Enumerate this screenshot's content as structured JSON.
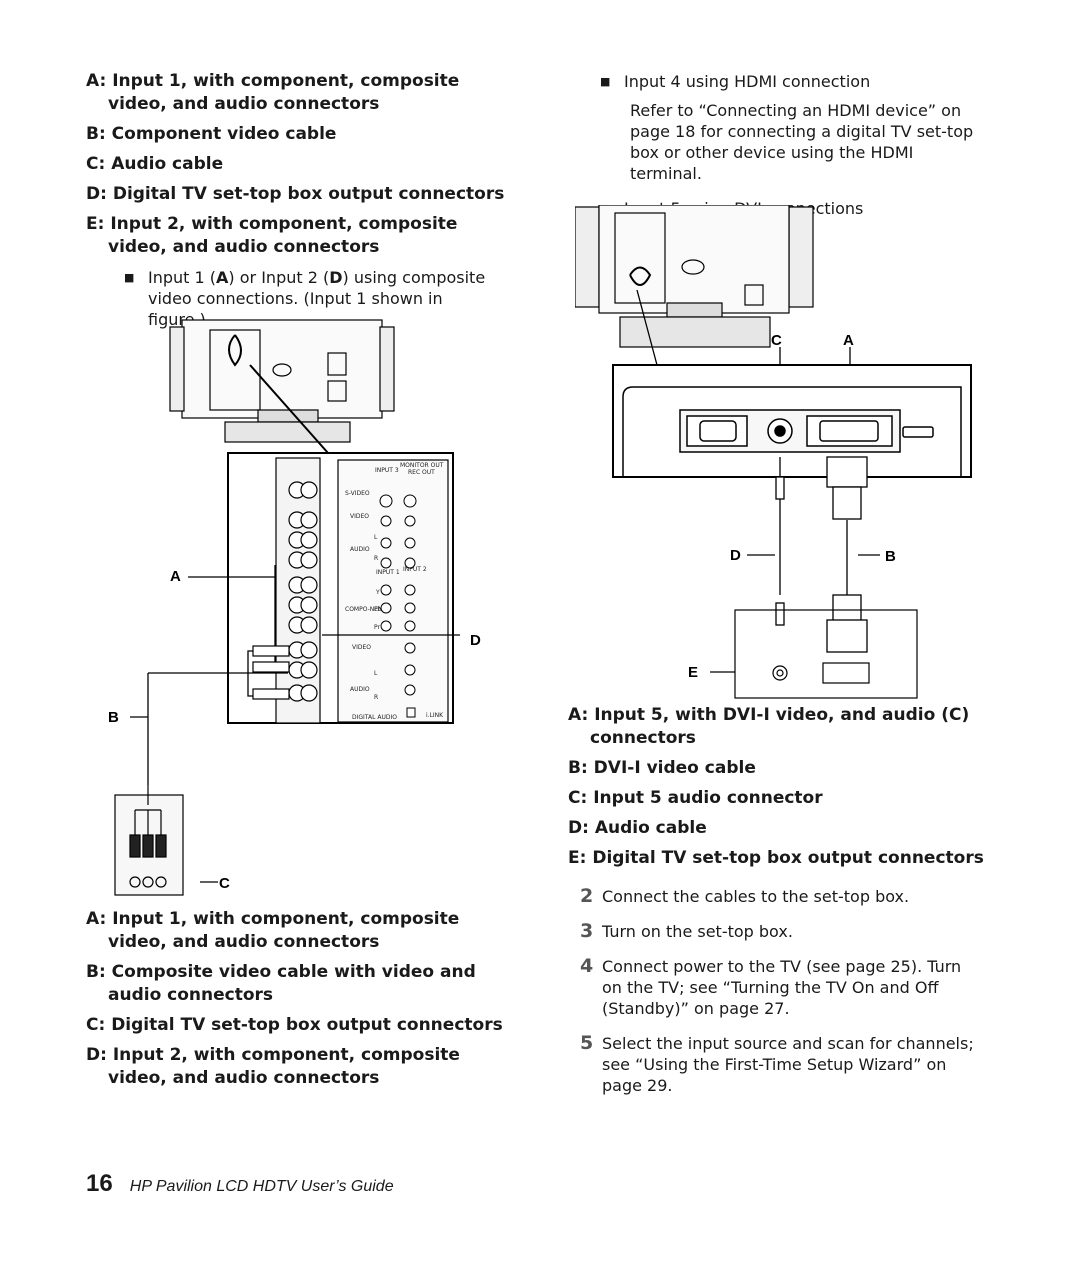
{
  "left_top_captions": [
    "A: Input 1, with component, composite video, and audio connectors",
    "B: Component video cable",
    "C: Audio cable",
    "D: Digital TV set-top box output connectors",
    "E: Input 2, with component, composite video, and audio connectors"
  ],
  "left_bullet": {
    "before_a": "Input 1 (",
    "a": "A",
    "mid": ") or Input 2 (",
    "d": "D",
    "after": ") using composite video connections. (Input 1 shown in figure.)"
  },
  "figure_left": {
    "labels": {
      "a": "A",
      "b": "B",
      "c": "C",
      "d": "D"
    },
    "panel_text": {
      "input3": "INPUT 3",
      "monitor_out": "MONITOR OUT",
      "rec_out": "REC OUT",
      "svideo": "S-VIDEO",
      "video": "VIDEO",
      "audio": "AUDIO",
      "l": "L",
      "r": "R",
      "input1": "INPUT 1",
      "input2": "INPUT 2",
      "y": "Y",
      "pb": "Pb",
      "pr": "Pr",
      "component": "COMPO-NENT",
      "digital_audio": "DIGITAL AUDIO",
      "ilink": "i.LINK"
    }
  },
  "left_bottom_captions": [
    "A: Input 1, with component, composite video, and audio connectors",
    "B: Composite video cable with video and audio connectors",
    "C: Digital TV set-top box output connectors",
    "D: Input 2, with component, composite video, and audio connectors"
  ],
  "right_bullets": [
    {
      "text": "Input 4 using HDMI connection",
      "sub": "Refer to “Connecting an HDMI device” on page 18 for connecting a digital TV set-top box or other device using the HDMI terminal."
    },
    {
      "text": "Input 5 using DVI connections"
    }
  ],
  "figure_right": {
    "labels": {
      "a": "A",
      "b": "B",
      "c": "C",
      "d": "D",
      "e": "E"
    }
  },
  "right_captions": [
    {
      "prefix": "A: Input 5, with DVI-I video, and audio (",
      "bold_letter": "C",
      "suffix": ") connectors"
    },
    {
      "prefix": "B: DVI-I video cable"
    },
    {
      "prefix": "C: Input 5 audio connector"
    },
    {
      "prefix": "D: Audio cable"
    },
    {
      "prefix": "E: Digital TV set-top box output connectors"
    }
  ],
  "steps": [
    {
      "num": "2",
      "text": "Connect the cables to the set-top box."
    },
    {
      "num": "3",
      "text": "Turn on the set-top box."
    },
    {
      "num": "4",
      "text": "Connect power to the TV (see page 25). Turn on the TV; see “Turning the TV On and Off (Standby)” on page 27."
    },
    {
      "num": "5",
      "text": "Select the input source and scan for channels; see “Using the First-Time Setup Wizard” on page 29."
    }
  ],
  "footer": {
    "page_number": "16",
    "title": "HP Pavilion LCD HDTV User’s Guide"
  }
}
